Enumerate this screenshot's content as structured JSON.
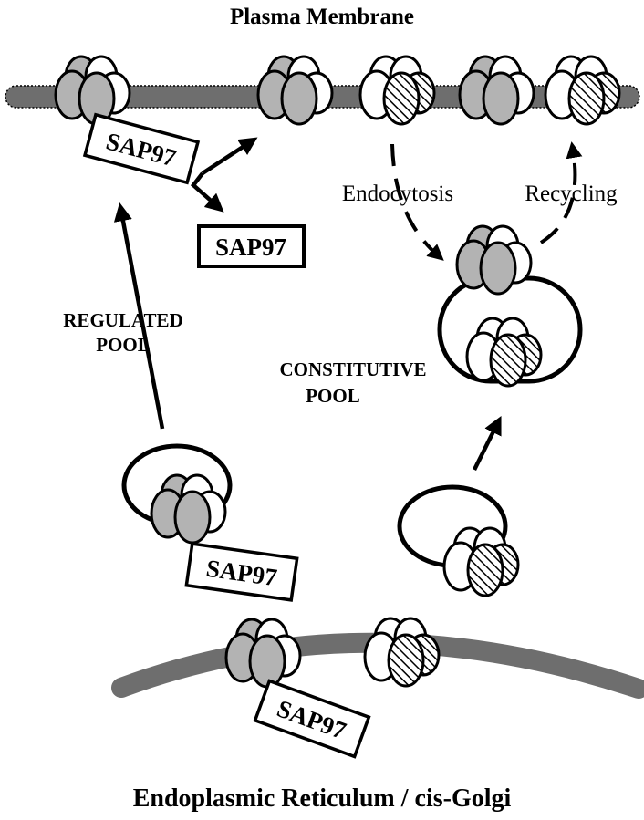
{
  "title_top": "Plasma Membrane",
  "title_bottom": "Endoplasmic Reticulum / cis-Golgi",
  "labels": {
    "endocytosis": "Endocytosis",
    "recycling": "Recycling",
    "regulated_line1": "REGULATED",
    "regulated_line2": "POOL",
    "constitutive_line1": "CONSTITUTIVE",
    "constitutive_line2": "POOL",
    "sap_pm": "SAP97",
    "sap_free": "SAP97",
    "sap_vesicle": "SAP97",
    "sap_er": "SAP97"
  },
  "colors": {
    "membrane": "#6e6e6e",
    "gray_subunit": "#b3b3b3",
    "white_subunit": "#ffffff",
    "stroke": "#000000"
  }
}
